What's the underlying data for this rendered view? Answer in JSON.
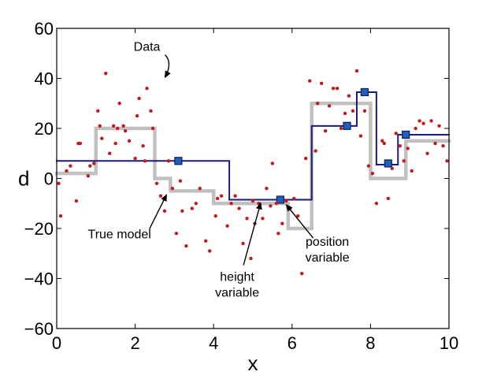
{
  "chart_data": {
    "type": "line",
    "title": "",
    "xlabel": "x",
    "ylabel": "d",
    "xlim": [
      0,
      10
    ],
    "ylim": [
      -60,
      60
    ],
    "x_ticks": [
      0,
      2,
      4,
      6,
      8,
      10
    ],
    "y_ticks": [
      60,
      40,
      20,
      0,
      -20,
      -40,
      -60
    ],
    "x_tick_labels": [
      "0",
      "2",
      "4",
      "6",
      "8",
      "10"
    ],
    "y_tick_labels": [
      "60",
      "40",
      "20",
      "0",
      "−20",
      "−40",
      "−60"
    ],
    "grid": false,
    "series": [
      {
        "kind": "step",
        "color": "#c0c0c0",
        "x": [
          0,
          1,
          1,
          2.5,
          2.5,
          2.9,
          2.9,
          4,
          4,
          5.9,
          5.9,
          6.5,
          6.5,
          8,
          8,
          8.9,
          8.9,
          10
        ],
        "y": [
          2,
          2,
          20,
          20,
          0,
          0,
          -5,
          -5,
          -10,
          -10,
          -20,
          -20,
          30,
          30,
          0,
          0,
          15,
          15
        ]
      },
      {
        "kind": "step",
        "color": "#1a1a7a",
        "x": [
          0,
          4.4,
          4.4,
          6.5,
          6.5,
          7.65,
          7.65,
          8.15,
          8.15,
          8.7,
          8.7,
          10
        ],
        "y": [
          7,
          7,
          -8.5,
          -8.5,
          21,
          21,
          34.5,
          34.5,
          5.5,
          5.5,
          17.5,
          17.5
        ]
      },
      {
        "kind": "markers",
        "color": "#1f5fbf",
        "x": [
          3.1,
          5.7,
          7.4,
          7.85,
          8.45,
          8.9
        ],
        "y": [
          7,
          -8.5,
          21,
          34.5,
          6,
          17.5
        ]
      },
      {
        "kind": "scatter",
        "color": "#c41a1a",
        "x": [
          0.05,
          0.1,
          0.25,
          0.35,
          0.5,
          0.55,
          0.6,
          0.8,
          0.85,
          0.95,
          1.05,
          1.1,
          1.15,
          1.25,
          1.35,
          1.45,
          1.5,
          1.55,
          1.6,
          1.7,
          1.75,
          1.85,
          2.0,
          2.05,
          2.1,
          2.2,
          2.25,
          2.3,
          2.4,
          2.45,
          2.55,
          2.65,
          2.75,
          2.85,
          2.95,
          3.05,
          3.15,
          3.2,
          3.3,
          3.45,
          3.55,
          3.65,
          3.8,
          3.9,
          4.05,
          4.1,
          4.2,
          4.35,
          4.45,
          4.55,
          4.65,
          4.75,
          4.85,
          4.95,
          5.0,
          5.05,
          5.15,
          5.25,
          5.35,
          5.45,
          5.5,
          5.6,
          5.65,
          5.75,
          5.85,
          5.95,
          6.05,
          6.15,
          6.25,
          6.35,
          6.45,
          6.6,
          6.65,
          6.75,
          6.85,
          6.95,
          7.05,
          7.15,
          7.25,
          7.35,
          7.45,
          7.55,
          7.65,
          7.75,
          7.85,
          7.95,
          8.05,
          8.15,
          8.3,
          8.35,
          8.45,
          8.55,
          8.65,
          8.75,
          8.85,
          8.95,
          9.05,
          9.15,
          9.25,
          9.35,
          9.45,
          9.55,
          9.65,
          9.75,
          9.85,
          9.95
        ],
        "y": [
          -2,
          -15,
          3,
          5,
          -9,
          14,
          14,
          1,
          5,
          6,
          27,
          21,
          16,
          42,
          10,
          21,
          14,
          20,
          30,
          21,
          19,
          15,
          8,
          25,
          32,
          13,
          7,
          36,
          27,
          20,
          -2,
          -7,
          -13,
          7,
          -4,
          -22,
          -1,
          -13,
          -27,
          -12,
          -10,
          -4,
          -25,
          -29,
          -15,
          -8,
          -7,
          -19,
          -10,
          -7,
          -12,
          -26,
          -16,
          -32,
          -9,
          -18,
          -10,
          -16,
          -4,
          -11,
          6,
          -10,
          -22,
          -18,
          -9,
          -12,
          -8,
          -15,
          -38,
          8,
          39,
          11,
          30,
          38,
          19,
          29,
          36,
          36,
          20,
          26,
          33,
          27,
          43,
          17,
          27,
          5,
          2,
          -10,
          15,
          14,
          -8,
          4,
          18,
          13,
          7,
          12,
          3,
          20,
          23,
          22,
          10,
          23,
          14,
          21,
          13,
          7
        ]
      }
    ],
    "annotations": [
      {
        "id": "data",
        "lines": [
          "Data"
        ],
        "text_pos": [
          2.3,
          51
        ],
        "target": [
          2.6,
          38.5
        ]
      },
      {
        "id": "true-model",
        "lines": [
          "True model"
        ],
        "text_pos": [
          1.6,
          -24
        ],
        "target": [
          2.8,
          -6.5
        ]
      },
      {
        "id": "height-variable",
        "lines": [
          "height",
          "variable"
        ],
        "text_pos": [
          4.6,
          -41
        ],
        "target": [
          5.2,
          -9.8
        ]
      },
      {
        "id": "position-variable",
        "lines": [
          "position",
          "variable"
        ],
        "text_pos": [
          6.9,
          -27
        ],
        "target": [
          5.85,
          -10.5
        ]
      }
    ]
  }
}
